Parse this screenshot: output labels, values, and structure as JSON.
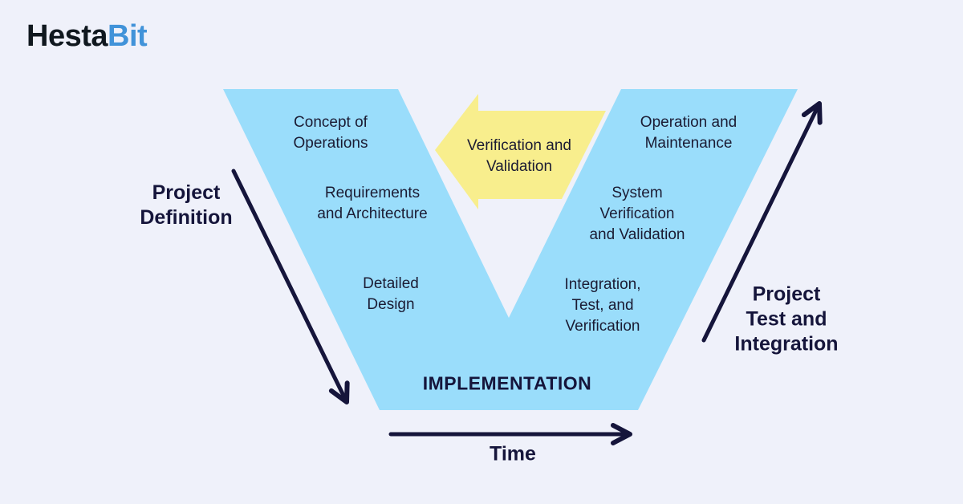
{
  "brand": {
    "name_primary": "Hesta",
    "name_secondary": "Bit"
  },
  "colors": {
    "background": "#EFF1FA",
    "v_fill": "#9ADDFB",
    "vv_arrow_fill": "#F8EE8D",
    "navy": "#15153B",
    "stage_text": "#1B1B33",
    "logo_primary": "#10181F",
    "logo_accent": "#4193D9"
  },
  "diagram": {
    "left_branch": {
      "concept": "Concept of\nOperations",
      "requirements": "Requirements\nand Architecture",
      "detailed_design": "Detailed\nDesign"
    },
    "right_branch": {
      "operation": "Operation and\nMaintenance",
      "system_vv": "System\nVerification\nand Validation",
      "integration": "Integration,\nTest, and\nVerification"
    },
    "bottom_stage": {
      "implementation": "IMPLEMENTATION"
    },
    "center_arrow": {
      "label": "Verification and\nValidation"
    },
    "axes": {
      "left_phase": "Project\nDefinition",
      "right_phase": "Project\nTest and\nIntegration",
      "time": "Time"
    }
  }
}
